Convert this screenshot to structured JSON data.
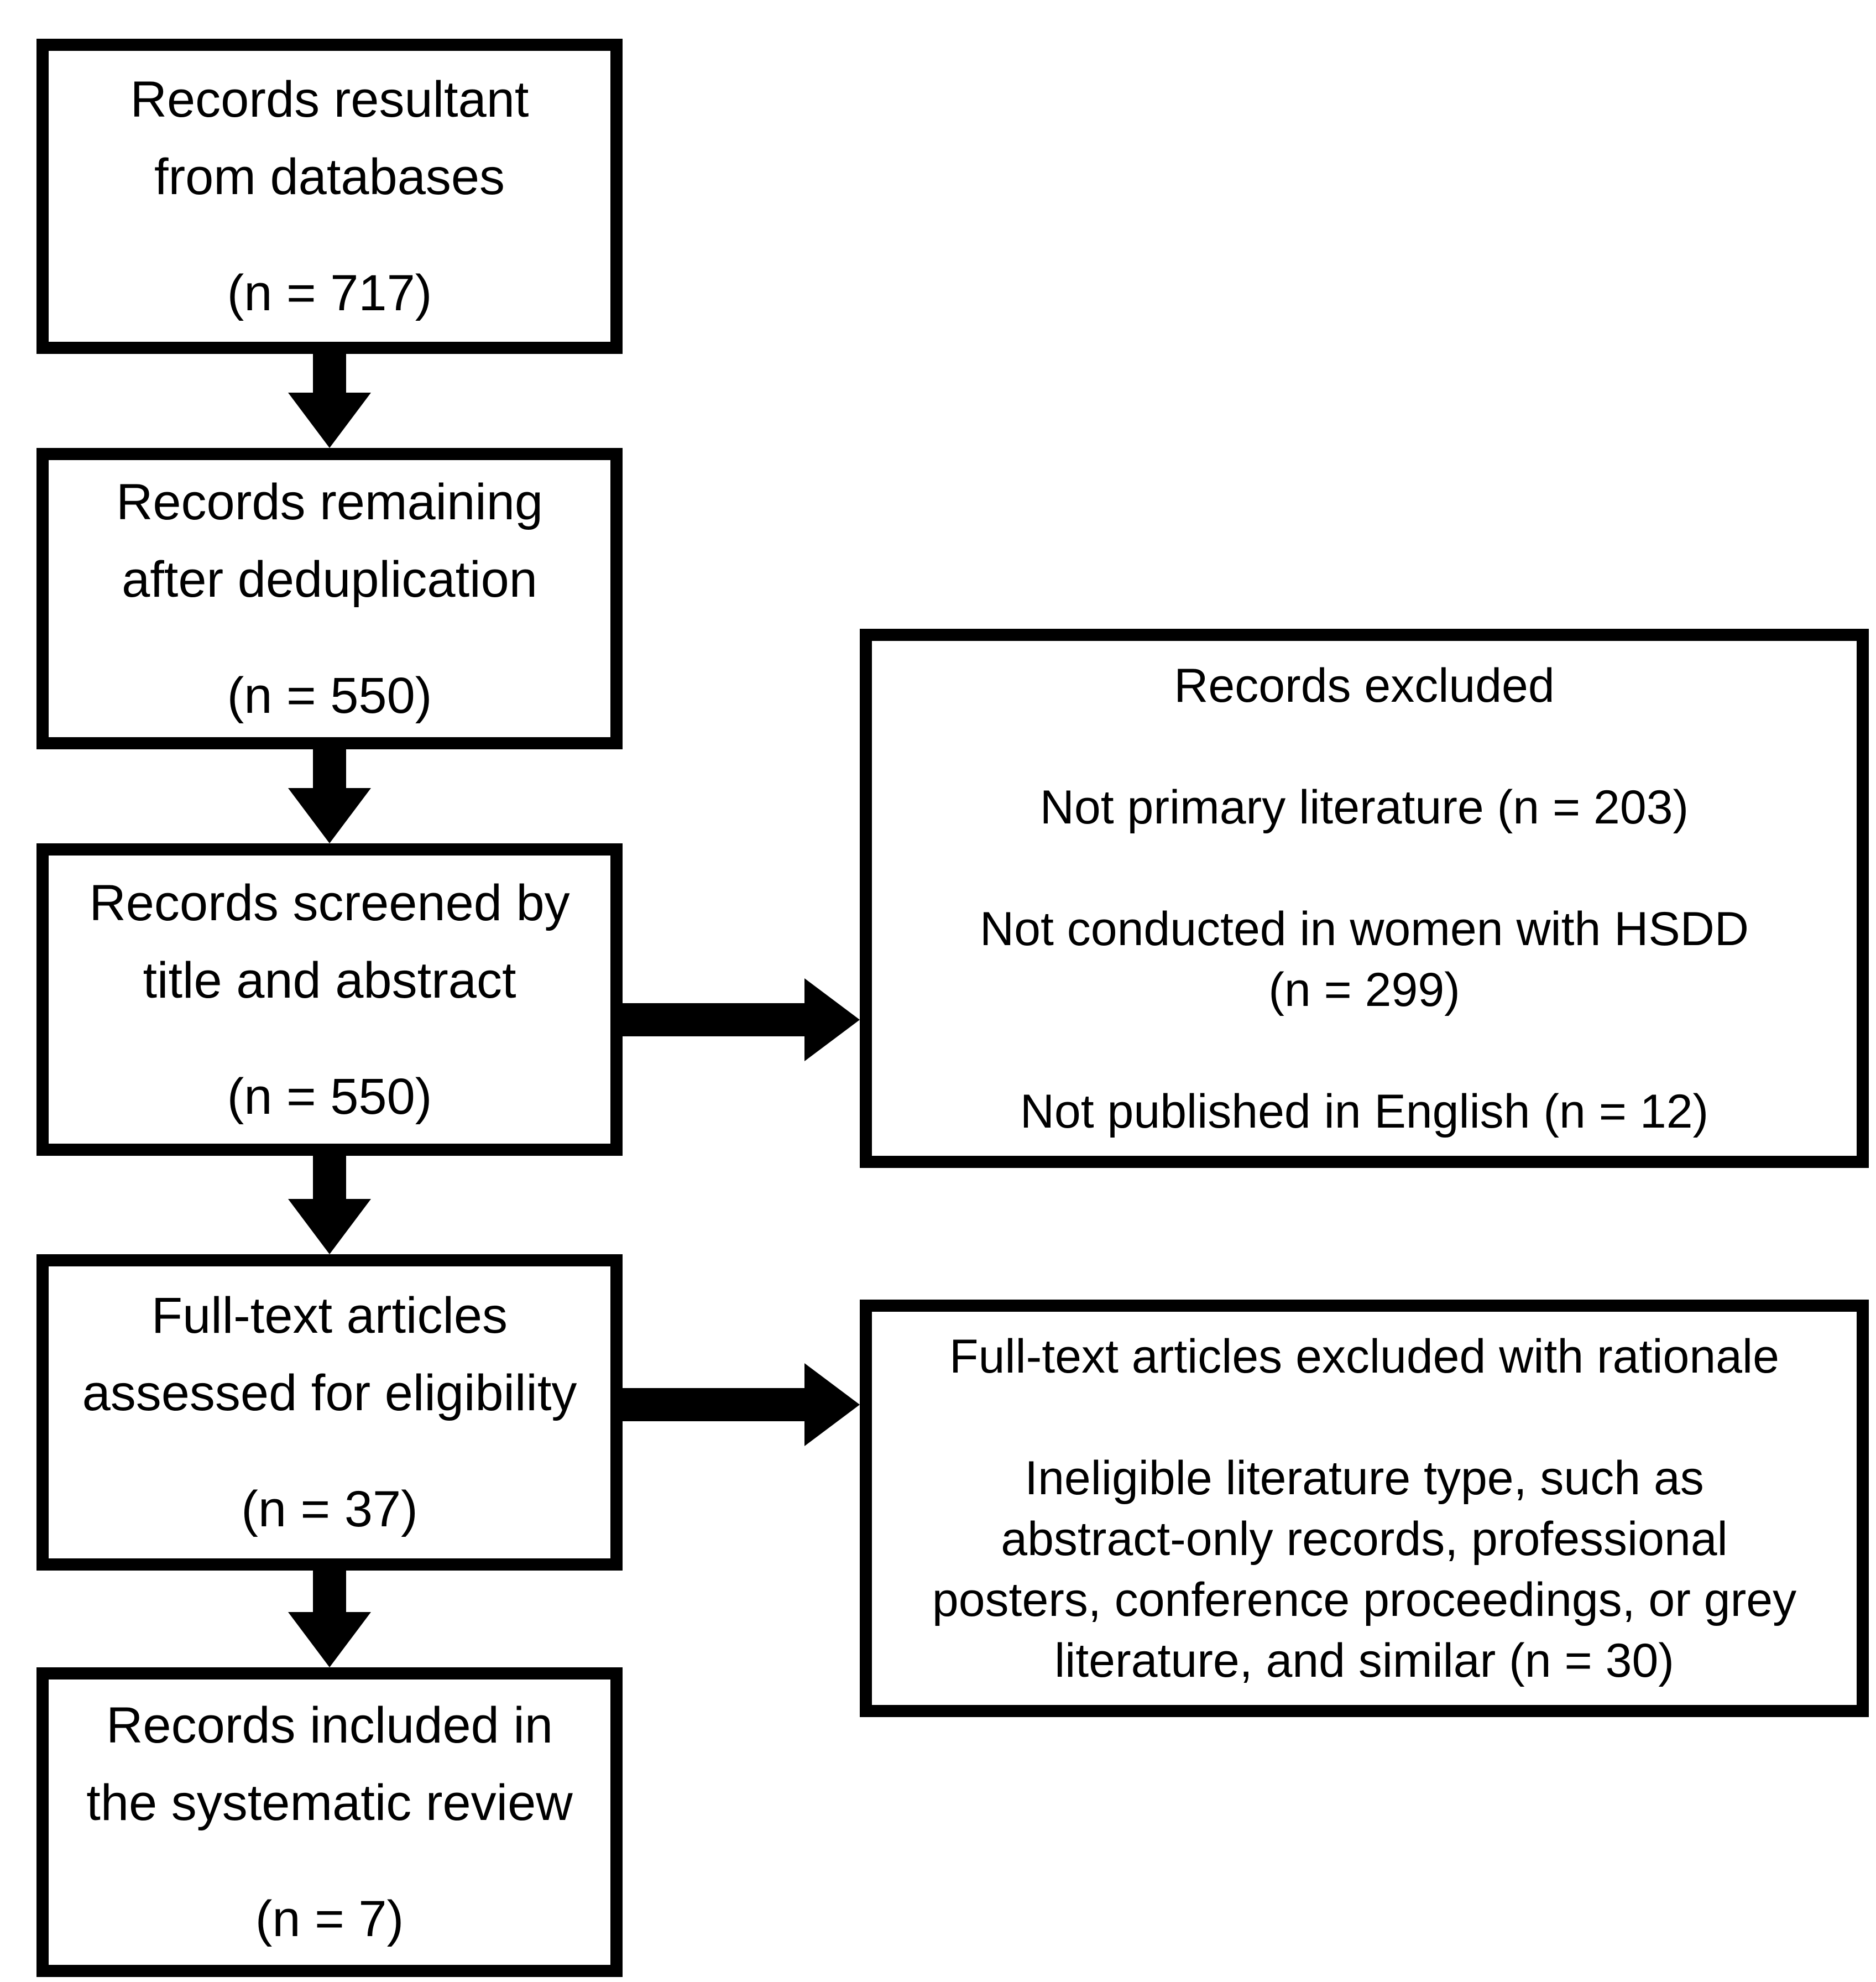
{
  "figure": {
    "type": "prisma-flow-diagram",
    "background_color": "#ffffff",
    "line_color": "#000000",
    "text_color": "#000000",
    "left_column": [
      {
        "id": "records-from-databases",
        "lines": [
          "Records resultant",
          "from databases"
        ],
        "count": "(n = 717)"
      },
      {
        "id": "records-after-deduplication",
        "lines": [
          "Records remaining",
          "after deduplication"
        ],
        "count": "(n = 550)"
      },
      {
        "id": "records-screened",
        "lines": [
          "Records screened by",
          "title and abstract"
        ],
        "count": "(n = 550)"
      },
      {
        "id": "fulltext-assessed",
        "lines": [
          "Full-text articles",
          "assessed for eligibility"
        ],
        "count": "(n = 37)"
      },
      {
        "id": "records-included",
        "lines": [
          "Records included in",
          "the systematic review"
        ],
        "count": "(n = 7)"
      }
    ],
    "right_column": [
      {
        "id": "records-excluded",
        "title": "Records excluded",
        "items": [
          [
            "Not primary literature (n = 203)"
          ],
          [
            "Not conducted in women with HSDD",
            "(n = 299)"
          ],
          [
            "Not published in English (n = 12)"
          ]
        ]
      },
      {
        "id": "fulltext-excluded",
        "title": "Full-text articles excluded with rationale",
        "items": [
          [
            "Ineligible literature type, such as",
            "abstract-only records, professional",
            "posters, conference proceedings, or grey",
            "literature, and similar (n = 30)"
          ]
        ]
      }
    ]
  }
}
